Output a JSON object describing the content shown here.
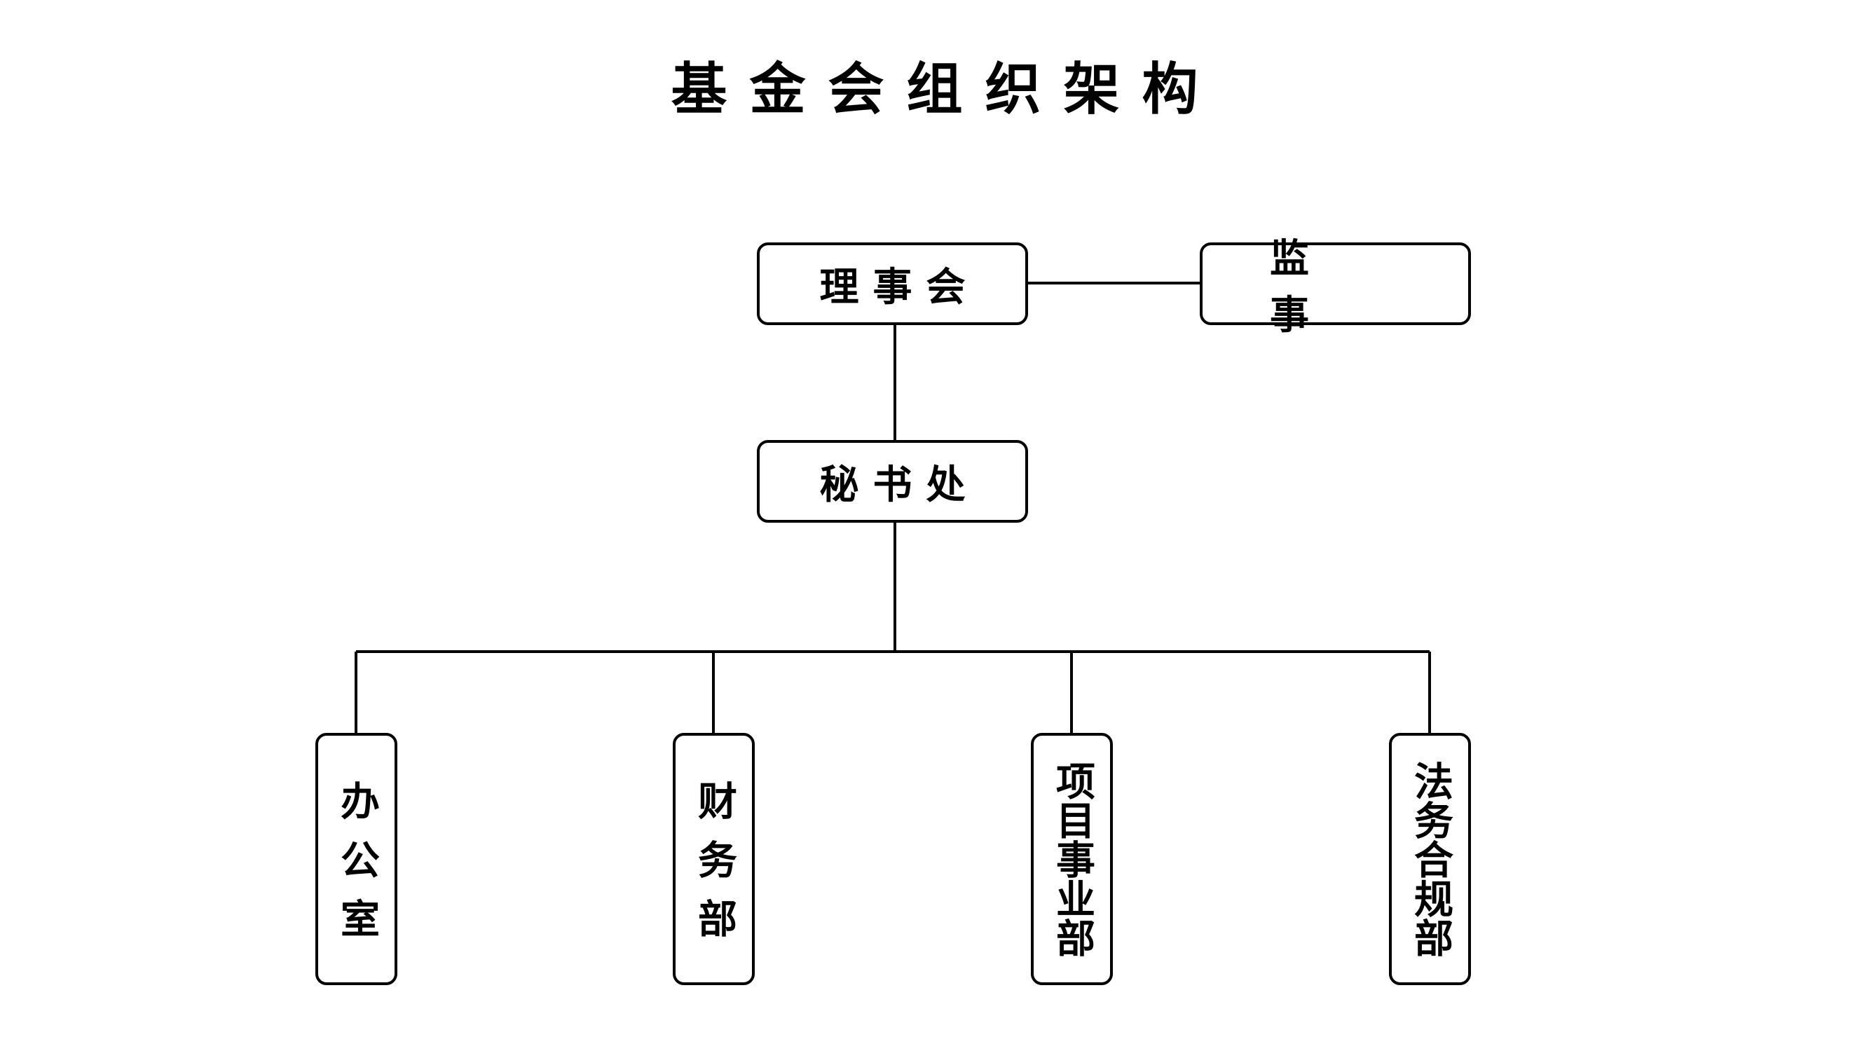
{
  "title": "基金会组织架构",
  "nodes": {
    "board": "理事会",
    "supervisor": "监事",
    "secretariat": "秘书处",
    "office": "办公室",
    "finance": "财务部",
    "projects": "项目事业部",
    "legal": "法务合规部"
  },
  "colors": {
    "line": "#000000",
    "box_fill": "#ffffff",
    "text": "#000000"
  }
}
